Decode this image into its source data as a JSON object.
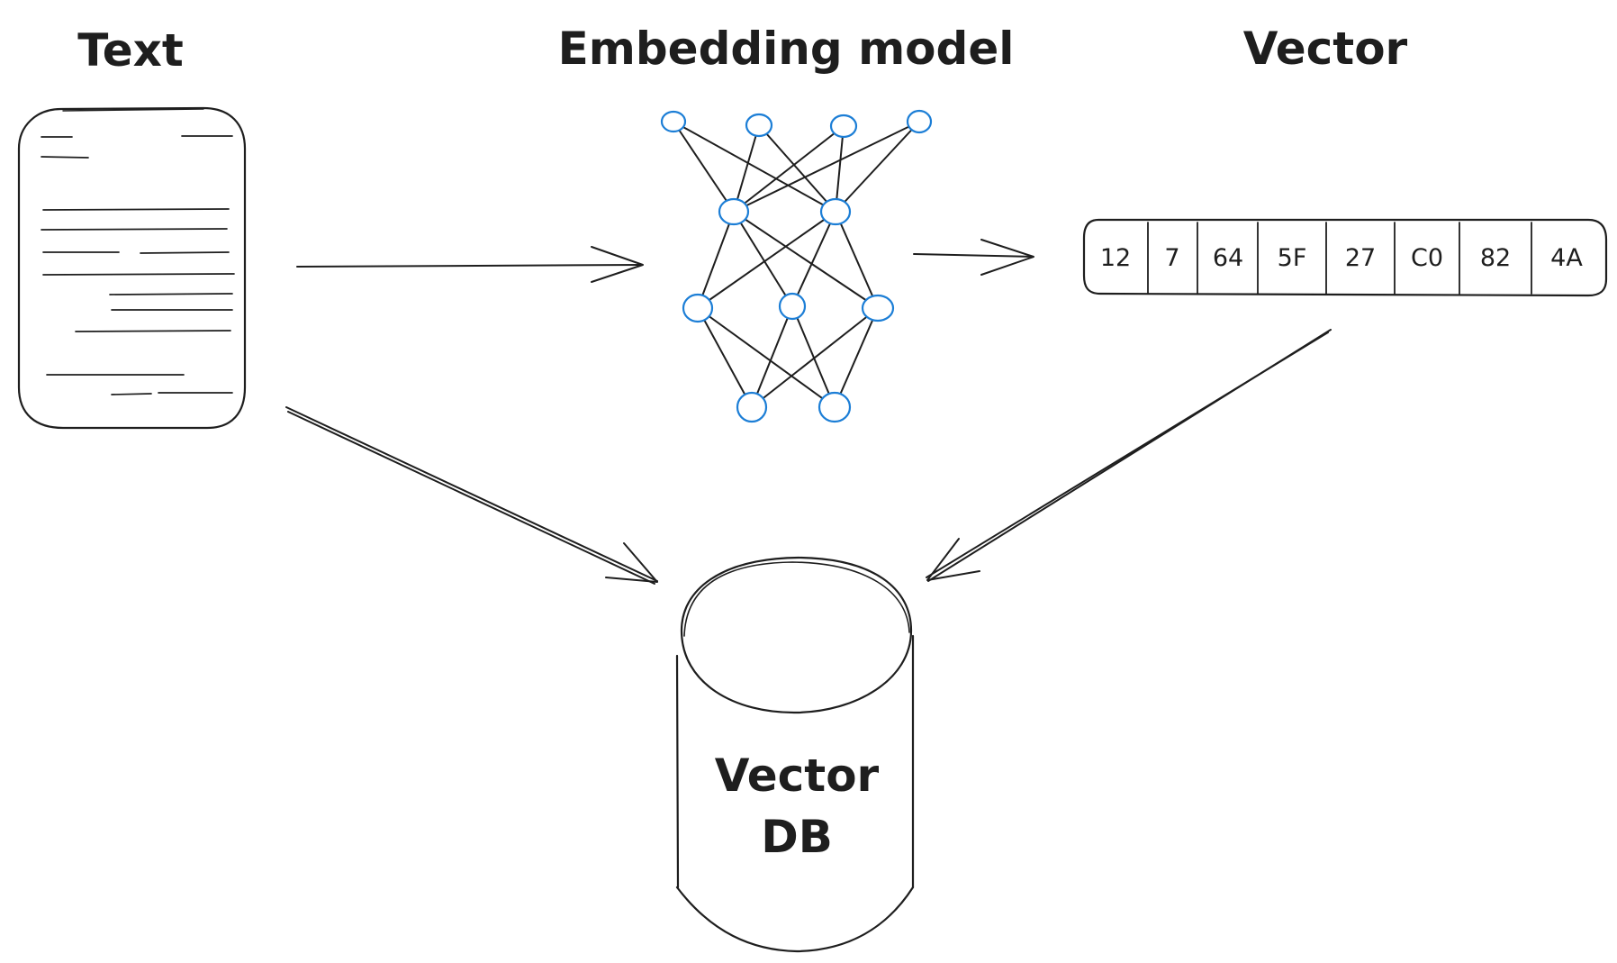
{
  "labels": {
    "text": "Text",
    "embedding_model": "Embedding model",
    "vector": "Vector",
    "vector_db_line1": "Vector",
    "vector_db_line2": "DB"
  },
  "vector_cells": [
    "12",
    "7",
    "64",
    "5F",
    "27",
    "C0",
    "82",
    "4A"
  ],
  "colors": {
    "stroke": "#1e1e1e",
    "node_stroke": "#1c7ed6",
    "background": "#ffffff"
  }
}
